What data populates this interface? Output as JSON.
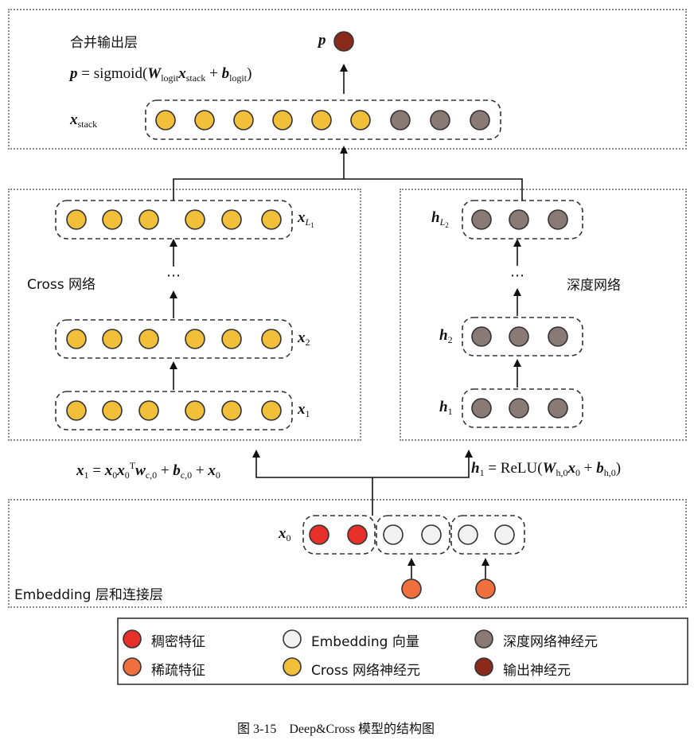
{
  "output_layer": {
    "title": "合并输出层",
    "p_symbol": "p",
    "equation": {
      "lhs": "p",
      "eq": " = sigmoid(",
      "w": "W",
      "w_sub": "logit",
      "x": "x",
      "x_sub": "stack",
      "plus": " + ",
      "b": "b",
      "b_sub": "logit",
      "close": ")"
    },
    "stack_label": "x",
    "stack_label_sub": "stack"
  },
  "cross": {
    "title": "Cross 网络",
    "dots": "⋯",
    "x_top": "x",
    "x_top_sub": "L",
    "x_top_subsub": "1",
    "x2": "x",
    "x2_sub": "2",
    "x1": "x",
    "x1_sub": "1",
    "equation": {
      "x1": "x",
      "x1_sub": "1",
      "eq": " = ",
      "x0a": "x",
      "x0a_sub": "0",
      "x0b": "x",
      "x0b_sub": "0",
      "sup": "T",
      "w": "w",
      "w_sub": "c,0",
      "plus1": " + ",
      "b": "b",
      "b_sub": "c,0",
      "plus2": " + ",
      "x0c": "x",
      "x0c_sub": "0"
    }
  },
  "deep": {
    "title": "深度网络",
    "dots": "⋯",
    "h_top": "h",
    "h_top_sub": "L",
    "h_top_subsub": "2",
    "h2": "h",
    "h2_sub": "2",
    "h1": "h",
    "h1_sub": "1",
    "equation": {
      "h": "h",
      "h_sub": "1",
      "eq": " = ReLU(",
      "w": "W",
      "w_sub": "h,0",
      "x": "x",
      "x_sub": "0",
      "plus": " + ",
      "b": "b",
      "b_sub": "h,0",
      "close": ")"
    }
  },
  "embedding": {
    "title": "Embedding 层和连接层",
    "x0": "x",
    "x0_sub": "0"
  },
  "legend": {
    "items": [
      {
        "label": "稠密特征",
        "color": "#e8302a"
      },
      {
        "label": "Embedding 向量",
        "color": "#f2f2f2"
      },
      {
        "label": "深度网络神经元",
        "color": "#8a7a76"
      },
      {
        "label": "稀疏特征",
        "color": "#ef6f3e"
      },
      {
        "label": "Cross 网络神经元",
        "color": "#f2bf3a"
      },
      {
        "label": "输出神经元",
        "color": "#8a2a1a"
      }
    ]
  },
  "caption": "图 3-15　Deep&Cross 模型的结构图",
  "colors": {
    "cross_neuron": "#f2bf3a",
    "deep_neuron": "#8a7a76",
    "output_neuron": "#8a2a1a",
    "dense": "#e8302a",
    "sparse": "#ef6f3e",
    "embedding": "#f2f2f2"
  }
}
